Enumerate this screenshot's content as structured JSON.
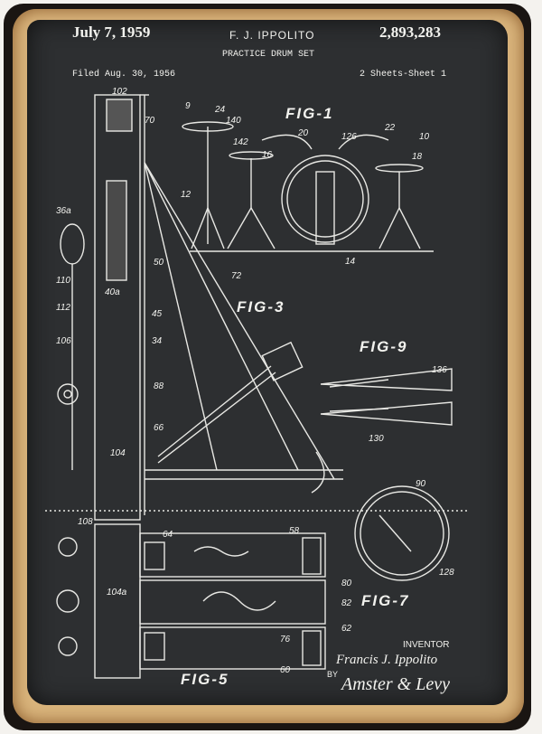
{
  "header": {
    "date": "July 7, 1959",
    "inventor_name": "F. J. IPPOLITO",
    "patent_number": "2,893,283",
    "title": "PRACTICE DRUM SET",
    "filed": "Filed Aug. 30, 1956",
    "sheets": "2 Sheets-Sheet 1"
  },
  "figures": {
    "fig1": "FIG-1",
    "fig3": "FIG-3",
    "fig9": "FIG-9",
    "fig7": "FIG-7",
    "fig5": "FIG-5"
  },
  "numerals": {
    "n102": "102",
    "n70": "70",
    "n9": "9",
    "n24": "24",
    "n140": "140",
    "n142": "142",
    "n20": "20",
    "n126": "126",
    "n22": "22",
    "n10": "10",
    "n16": "16",
    "n18": "18",
    "n36a": "36a",
    "n12": "12",
    "n14": "14",
    "n50": "50",
    "n72": "72",
    "n110": "110",
    "n40a": "40a",
    "n112": "112",
    "n45": "45",
    "n34": "34",
    "n106": "106",
    "n88": "88",
    "n66": "66",
    "n104": "104",
    "n108": "108",
    "n136": "136",
    "n130": "130",
    "n90": "90",
    "n128": "128",
    "n80": "80",
    "n82": "82",
    "n64": "64",
    "n58": "58",
    "n104a": "104a",
    "n76": "76",
    "n60": "60",
    "n62": "62"
  },
  "footer": {
    "inventor_label": "INVENTOR",
    "inventor_signature": "Francis J. Ippolito",
    "by": "BY",
    "attorney_signature": "Amster & Levy"
  },
  "colors": {
    "board": "#2d2f31",
    "rust": "#d9b47c",
    "chalk": "#f2f2ee"
  }
}
